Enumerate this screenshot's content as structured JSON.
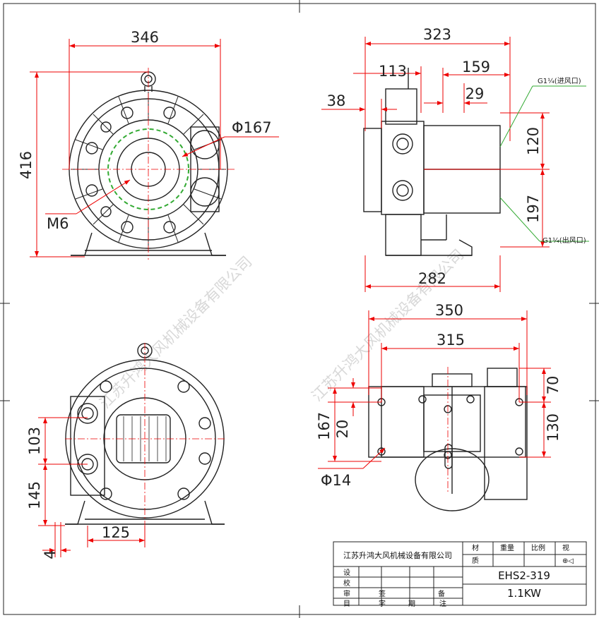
{
  "front_view": {
    "width_dim": "346",
    "height_dim": "416",
    "diameter_dim": "Φ167",
    "bolt_dim": "M6"
  },
  "side_view": {
    "width_dim": "323",
    "dim_113": "113",
    "dim_159": "159",
    "dim_38": "38",
    "dim_29": "29",
    "dim_120": "120",
    "dim_197": "197",
    "base_dim": "282",
    "inlet_label": "G1¼(进风口)",
    "outlet_label": "G1¼(出风口)"
  },
  "rear_view": {
    "dim_103": "103",
    "dim_145": "145",
    "dim_125": "125",
    "dim_4": "4"
  },
  "bottom_view": {
    "dim_350": "350",
    "dim_315": "315",
    "dim_167": "167",
    "dim_20": "20",
    "dim_70": "70",
    "dim_130": "130",
    "hole_dim": "Φ14"
  },
  "watermark": "江苏升鸿大风机械设备有限公司",
  "title_block": {
    "company": "江苏升鸿大风机械设备有限公司",
    "model": "EHS2-319",
    "power": "1.1KW",
    "col_material": "材",
    "col_weight": "重量",
    "col_ratio": "比例",
    "col_view": "视",
    "row_quality": "质",
    "view_symbol": "⊕◁",
    "row_design": "设",
    "row_check": "校",
    "row_review": "审",
    "foot_1": "目",
    "foot_2": "字",
    "foot_3": "期",
    "foot_4": "注",
    "sign_label": "签",
    "prep_label": "备"
  }
}
